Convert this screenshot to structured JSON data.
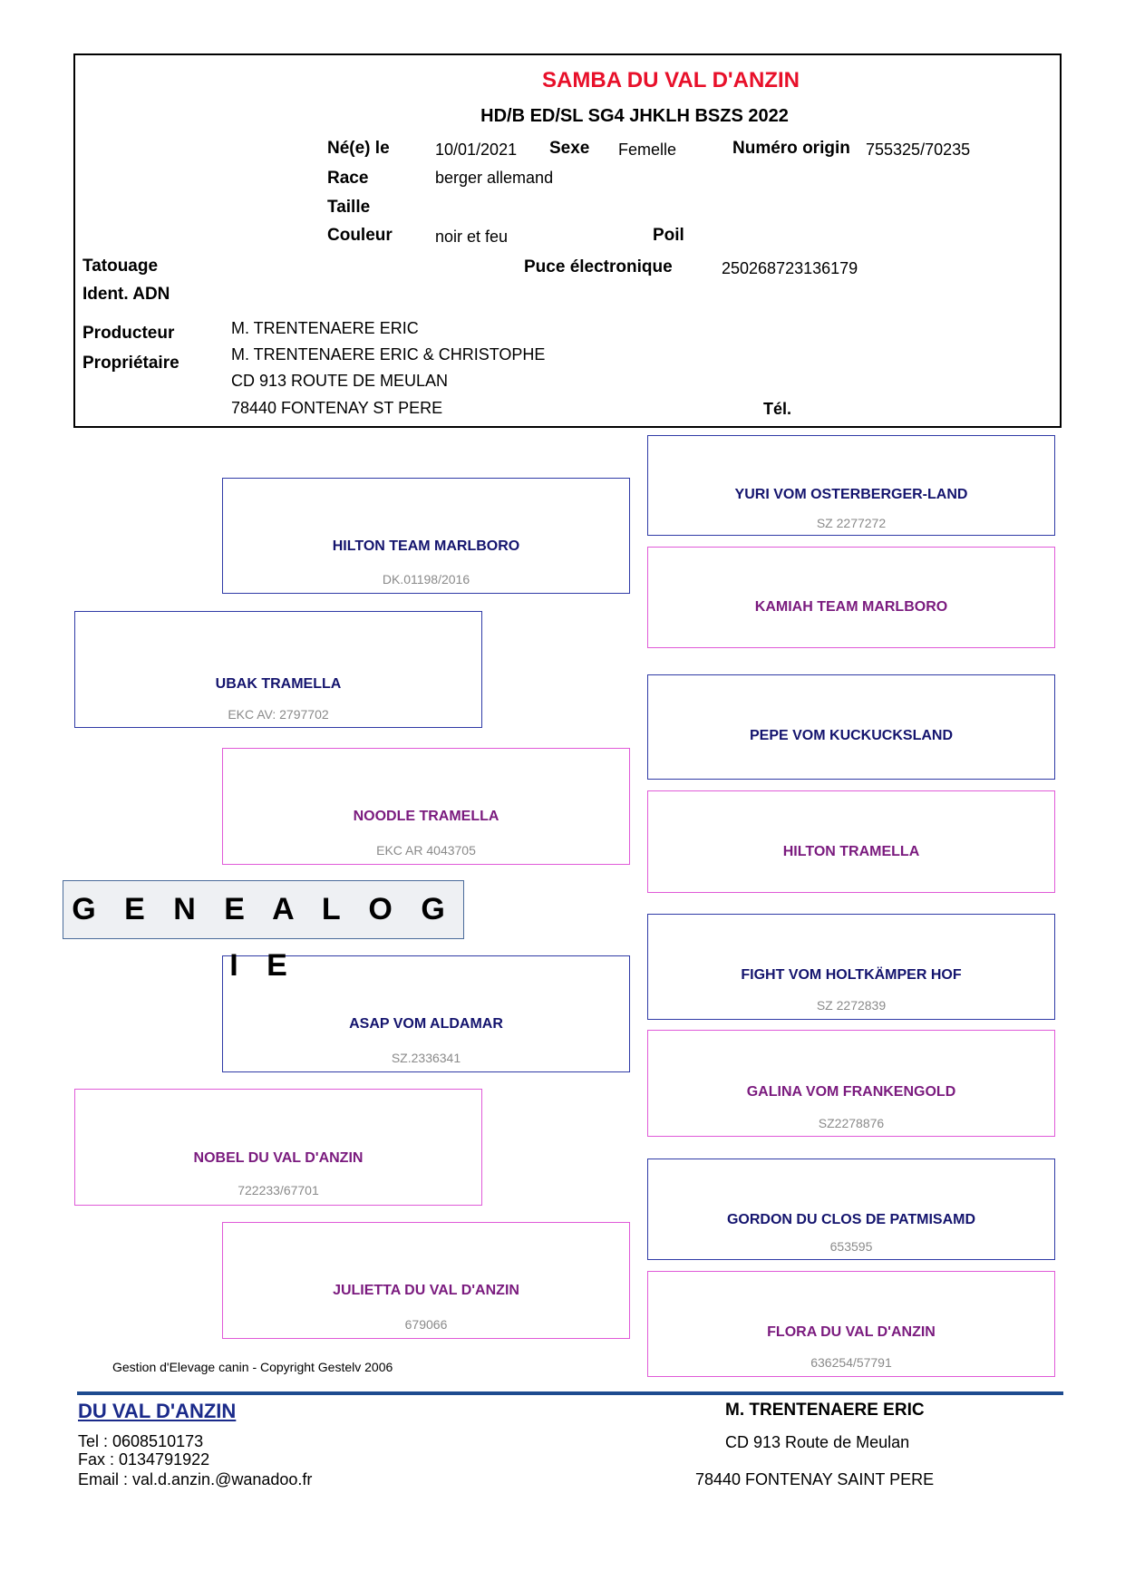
{
  "dog": {
    "name": "SAMBA  DU VAL D'ANZIN",
    "titles": "HD/B ED/SL SG4 JHKLH BSZS 2022",
    "labels": {
      "born": "Né(e) le",
      "sex": "Sexe",
      "origin_number": "Numéro origin",
      "breed": "Race",
      "size": "Taille",
      "color": "Couleur",
      "coat": "Poil",
      "tattoo": "Tatouage",
      "microchip": "Puce électronique",
      "dna": "Ident. ADN",
      "producer": "Producteur",
      "owner": "Propriétaire",
      "phone": "Tél."
    },
    "born": "10/01/2021",
    "sex": "Femelle",
    "origin_number": "755325/70235",
    "breed": "berger allemand",
    "color": "noir et feu",
    "microchip": "250268723136179",
    "producer": "M. TRENTENAERE ERIC",
    "owner": "M. TRENTENAERE ERIC & CHRISTOPHE",
    "address1": "CD 913 ROUTE DE MEULAN",
    "address2": "78440 FONTENAY ST PERE"
  },
  "pedigree": {
    "sire": {
      "name": "UBAK TRAMELLA",
      "reg": "EKC AV: 2797702"
    },
    "dam": {
      "name": "NOBEL  DU VAL D'ANZIN",
      "reg": "722233/67701"
    },
    "sire_sire": {
      "name": "HILTON TEAM MARLBORO",
      "reg": "DK.01198/2016"
    },
    "sire_dam": {
      "name": "NOODLE TRAMELLA",
      "reg": "EKC AR 4043705"
    },
    "dam_sire": {
      "name": "ASAP VOM ALDAMAR",
      "reg": "SZ.2336341"
    },
    "dam_dam": {
      "name": "JULIETTA DU VAL D'ANZIN",
      "reg": "679066"
    },
    "ggp": [
      {
        "name": "YURI VOM OSTERBERGER-LAND",
        "reg": "SZ 2277272"
      },
      {
        "name": "KAMIAH TEAM MARLBORO",
        "reg": ""
      },
      {
        "name": "PEPE VOM KUCKUCKSLAND",
        "reg": ""
      },
      {
        "name": "HILTON TRAMELLA",
        "reg": ""
      },
      {
        "name": "FIGHT VOM HOLTKÄMPER HOF",
        "reg": "SZ 2272839"
      },
      {
        "name": "GALINA VOM FRANKENGOLD",
        "reg": "SZ2278876"
      },
      {
        "name": "GORDON DU CLOS DE PATMISAMD",
        "reg": "653595"
      },
      {
        "name": "FLORA DU VAL D'ANZIN",
        "reg": "636254/57791"
      }
    ]
  },
  "genealogie_label": "G E N E A L O G I E",
  "copyright": "Gestion d'Elevage canin - Copyright Gestelv 2006",
  "footer": {
    "kennel": "DU VAL D'ANZIN",
    "tel": "Tel : 0608510173",
    "fax": "Fax : 0134791922",
    "email": "Email : val.d.anzin.@wanadoo.fr",
    "owner_name": "M. TRENTENAERE ERIC",
    "addr1": "CD  913 Route de Meulan",
    "addr2": "78440   FONTENAY SAINT PERE"
  },
  "colors": {
    "title_red": "#e8102a",
    "male_border": "#2f3aa6",
    "female_border": "#e05ad8",
    "footer_rule": "#1e4b8f"
  }
}
